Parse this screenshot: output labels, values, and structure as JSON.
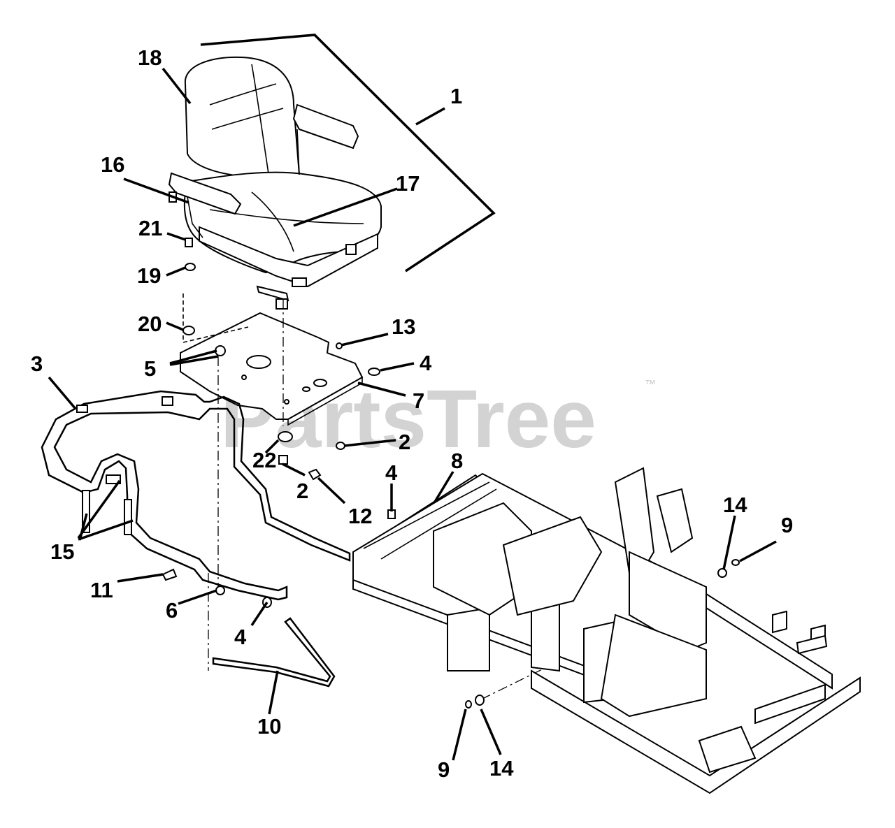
{
  "watermark": {
    "text": "PartsTree",
    "trademark": "™"
  },
  "callouts": [
    {
      "id": "c1",
      "label": "1"
    },
    {
      "id": "c18",
      "label": "18"
    },
    {
      "id": "c16",
      "label": "16"
    },
    {
      "id": "c17",
      "label": "17"
    },
    {
      "id": "c21",
      "label": "21"
    },
    {
      "id": "c19",
      "label": "19"
    },
    {
      "id": "c20",
      "label": "20"
    },
    {
      "id": "c13",
      "label": "13"
    },
    {
      "id": "c5",
      "label": "5"
    },
    {
      "id": "c4a",
      "label": "4"
    },
    {
      "id": "c3",
      "label": "3"
    },
    {
      "id": "c7",
      "label": "7"
    },
    {
      "id": "c2a",
      "label": "2"
    },
    {
      "id": "c22",
      "label": "22"
    },
    {
      "id": "c2b",
      "label": "2"
    },
    {
      "id": "c12",
      "label": "12"
    },
    {
      "id": "c8",
      "label": "8"
    },
    {
      "id": "c4b",
      "label": "4"
    },
    {
      "id": "c14a",
      "label": "14"
    },
    {
      "id": "c9a",
      "label": "9"
    },
    {
      "id": "c15",
      "label": "15"
    },
    {
      "id": "c11",
      "label": "11"
    },
    {
      "id": "c6",
      "label": "6"
    },
    {
      "id": "c4c",
      "label": "4"
    },
    {
      "id": "c10",
      "label": "10"
    },
    {
      "id": "c9b",
      "label": "9"
    },
    {
      "id": "c14b",
      "label": "14"
    }
  ]
}
